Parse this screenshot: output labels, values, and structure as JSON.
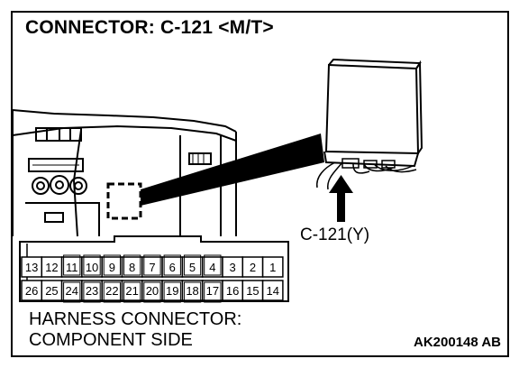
{
  "title": "CONNECTOR: C-121 <M/T>",
  "callout_label": "C-121(Y)",
  "caption_line1": "HARNESS CONNECTOR:",
  "caption_line2": "COMPONENT SIDE",
  "figure_code": "AK200148 AB",
  "pins_top": [
    "13",
    "12",
    "11",
    "10",
    "9",
    "8",
    "7",
    "6",
    "5",
    "4",
    "3",
    "2",
    "1"
  ],
  "pins_bottom": [
    "26",
    "25",
    "24",
    "23",
    "22",
    "21",
    "20",
    "19",
    "18",
    "17",
    "16",
    "15",
    "14"
  ],
  "shaded_pins_top": [
    "11",
    "10",
    "9",
    "8",
    "7",
    "6",
    "5",
    "4"
  ],
  "shaded_pins_bottom": [
    "24",
    "23",
    "22",
    "21",
    "20",
    "19",
    "18",
    "17"
  ]
}
